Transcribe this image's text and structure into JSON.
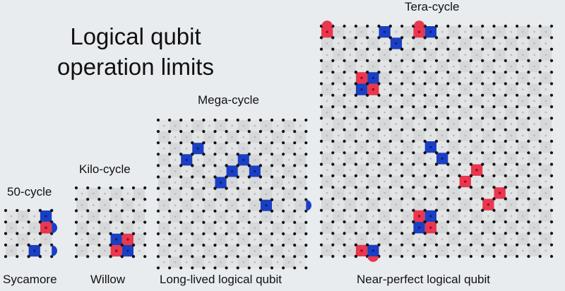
{
  "title": "Logical qubit operation limits",
  "colors": {
    "background": "#e9ecef",
    "error_red": "#e8384f",
    "error_blue": "#1a3fc4",
    "grid_dot": "#111111",
    "tile_light": "#dedede",
    "tile_dark": "#c8c8c8"
  },
  "panels": [
    {
      "id": "sycamore",
      "device": "Sycamore",
      "limit": "50-cycle",
      "errors": [
        {
          "type": "blue",
          "col": 3,
          "row": 0
        },
        {
          "type": "red",
          "col": 3,
          "row": 1
        },
        {
          "type": "blue",
          "col": 2,
          "row": 3
        }
      ],
      "edge_markers": [
        {
          "type": "blue",
          "side": "right",
          "row": 1
        },
        {
          "type": "blue",
          "side": "right",
          "row": 3
        }
      ]
    },
    {
      "id": "willow",
      "device": "Willow",
      "limit": "Kilo-cycle",
      "errors": [
        {
          "type": "blue",
          "col": 3,
          "row": 4
        },
        {
          "type": "red",
          "col": 4,
          "row": 4
        },
        {
          "type": "red",
          "col": 3,
          "row": 5
        },
        {
          "type": "blue",
          "col": 4,
          "row": 5
        }
      ],
      "edge_markers": []
    },
    {
      "id": "long-lived",
      "device": "Long-lived logical qubit",
      "limit": "Mega-cycle",
      "errors": [
        {
          "type": "blue",
          "col": 3,
          "row": 2
        },
        {
          "type": "blue",
          "col": 2,
          "row": 3
        },
        {
          "type": "blue",
          "col": 7,
          "row": 3
        },
        {
          "type": "blue",
          "col": 6,
          "row": 4
        },
        {
          "type": "blue",
          "col": 8,
          "row": 4
        },
        {
          "type": "blue",
          "col": 5,
          "row": 5
        },
        {
          "type": "blue",
          "col": 9,
          "row": 7
        }
      ],
      "edge_markers": [
        {
          "type": "blue",
          "side": "right",
          "row": 7
        }
      ]
    },
    {
      "id": "near-perfect",
      "device": "Near-perfect logical qubit",
      "limit": "Tera-cycle",
      "errors": [
        {
          "type": "red",
          "col": 0,
          "row": 0
        },
        {
          "type": "blue",
          "col": 5,
          "row": 0
        },
        {
          "type": "red",
          "col": 8,
          "row": 0
        },
        {
          "type": "blue",
          "col": 9,
          "row": 0
        },
        {
          "type": "blue",
          "col": 6,
          "row": 1
        },
        {
          "type": "red",
          "col": 3,
          "row": 4
        },
        {
          "type": "blue",
          "col": 4,
          "row": 4
        },
        {
          "type": "blue",
          "col": 3,
          "row": 5
        },
        {
          "type": "red",
          "col": 4,
          "row": 5
        },
        {
          "type": "blue",
          "col": 9,
          "row": 10
        },
        {
          "type": "blue",
          "col": 10,
          "row": 11
        },
        {
          "type": "red",
          "col": 13,
          "row": 12
        },
        {
          "type": "red",
          "col": 12,
          "row": 13
        },
        {
          "type": "red",
          "col": 15,
          "row": 14
        },
        {
          "type": "red",
          "col": 14,
          "row": 15
        },
        {
          "type": "red",
          "col": 8,
          "row": 16
        },
        {
          "type": "blue",
          "col": 9,
          "row": 16
        },
        {
          "type": "blue",
          "col": 8,
          "row": 17
        },
        {
          "type": "red",
          "col": 9,
          "row": 17
        },
        {
          "type": "red",
          "col": 3,
          "row": 19
        },
        {
          "type": "blue",
          "col": 4,
          "row": 19
        }
      ],
      "edge_markers": [
        {
          "type": "red",
          "side": "top",
          "col": 1
        },
        {
          "type": "red",
          "side": "top",
          "col": 9
        },
        {
          "type": "red",
          "side": "bottom",
          "col": 4
        }
      ]
    }
  ]
}
